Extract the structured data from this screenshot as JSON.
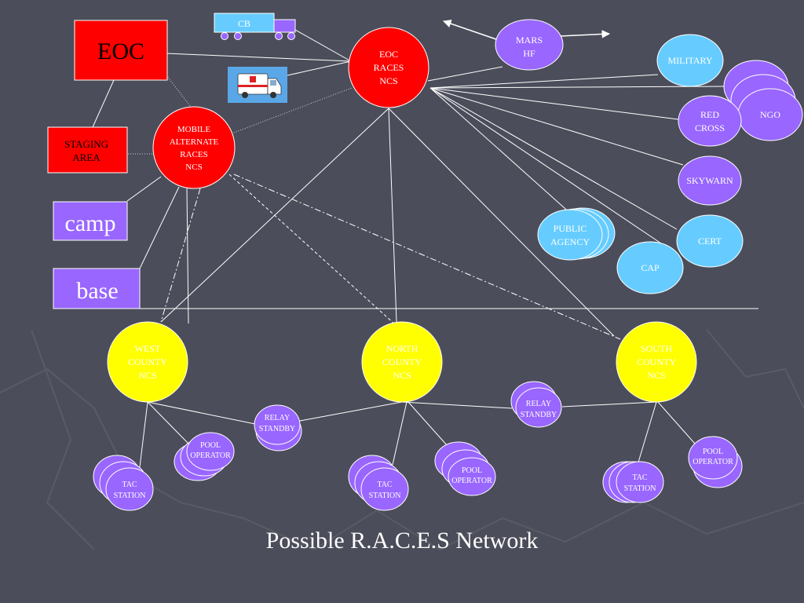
{
  "colors": {
    "background": "#4b4d5a",
    "red": "#ff0000",
    "purple": "#9966ff",
    "light_blue": "#66ccff",
    "yellow": "#ffff00",
    "line": "#ffffff"
  },
  "title": "Possible R.A.C.E.S Network",
  "nodes": {
    "eoc": "EOC",
    "staging": [
      "STAGING",
      "AREA"
    ],
    "camp": "camp",
    "base": "base",
    "cb": "CB",
    "eoc_races": [
      "EOC",
      "RACES",
      "NCS"
    ],
    "mobile": [
      "MOBILE",
      "ALTERNATE",
      "RACES",
      "NCS"
    ],
    "mars": [
      "MARS",
      "HF"
    ],
    "military": "MILITARY",
    "ngo": "NGO",
    "red_cross": [
      "RED",
      "CROSS"
    ],
    "skywarn": "SKYWARN",
    "public_agency": [
      "PUBLIC",
      "AGENCY"
    ],
    "cert": "CERT",
    "cap": "CAP",
    "west": [
      "WEST",
      "COUNTY",
      "NCS"
    ],
    "north": [
      "NORTH",
      "COUNTY",
      "NCS"
    ],
    "south": [
      "SOUTH",
      "COUNTY",
      "NCS"
    ],
    "relay": [
      "RELAY",
      "STANDBY"
    ],
    "pool": [
      "POOL",
      "OPERATOR"
    ],
    "tac": [
      "TAC",
      "STATION"
    ]
  }
}
